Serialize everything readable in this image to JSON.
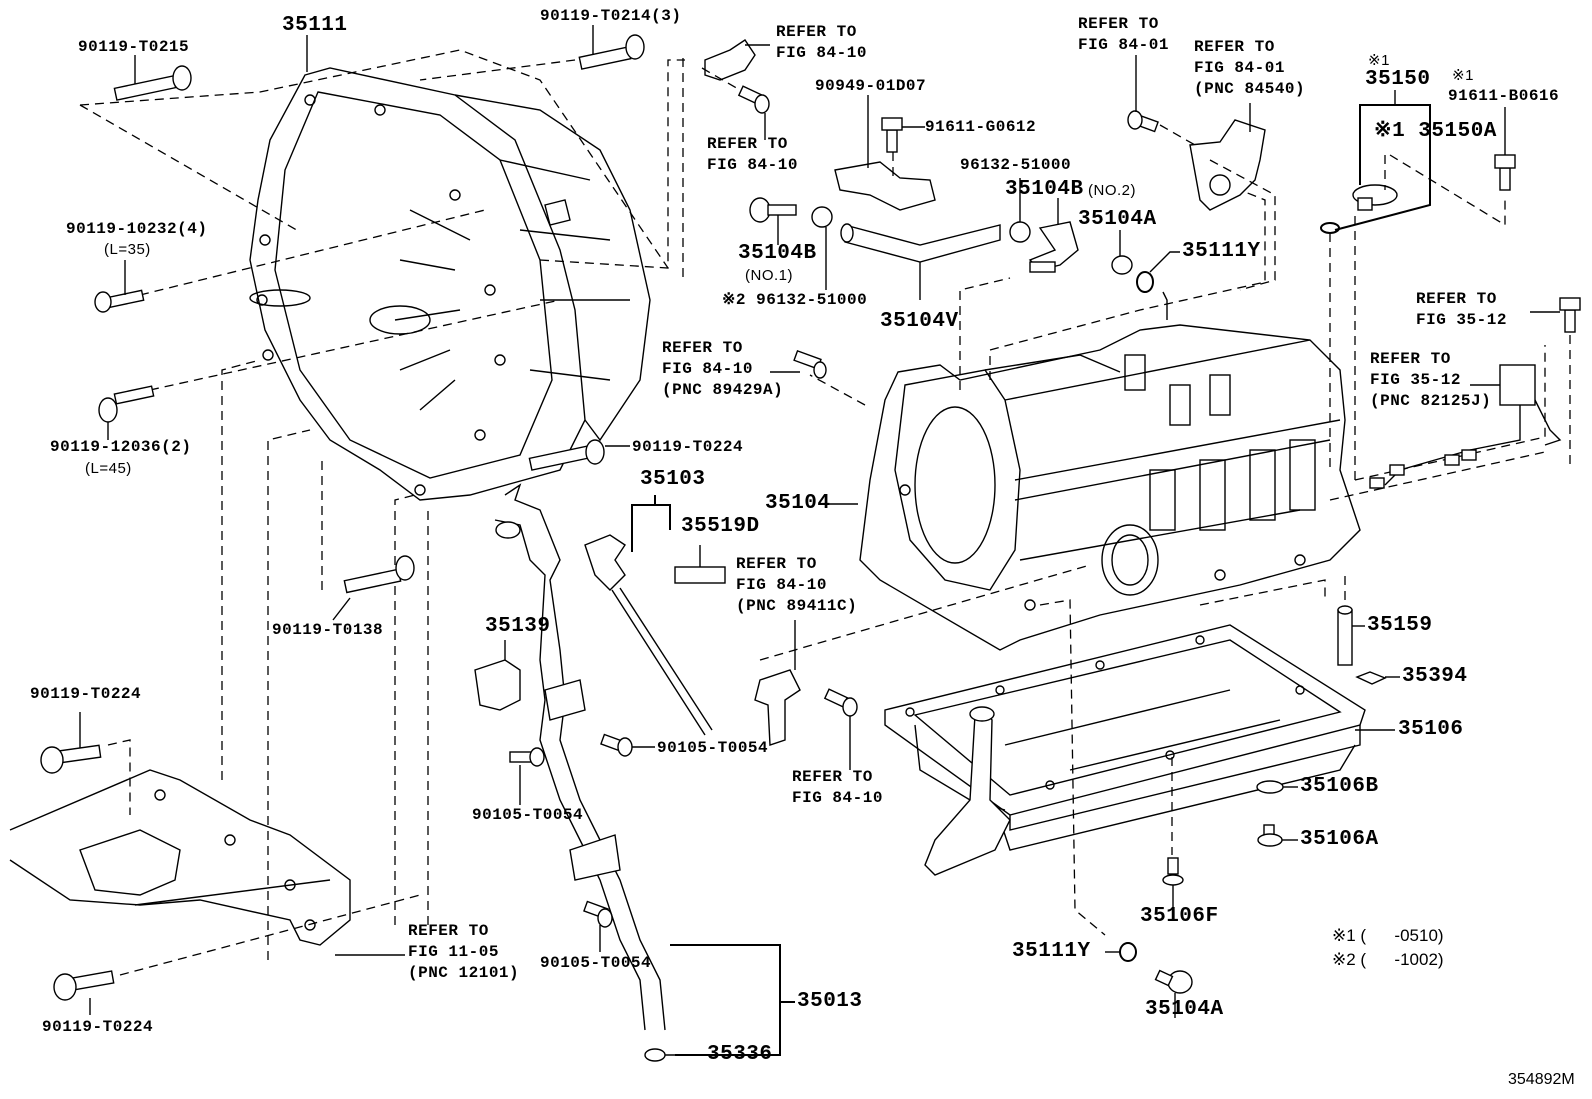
{
  "diagram": {
    "title": "Transmission case & oil pan parts diagram",
    "figure_code": "354892M",
    "notes": [
      {
        "mark": "※1",
        "text": "※1 (      -0510)"
      },
      {
        "mark": "※2",
        "text": "※2 (      -1002)"
      }
    ],
    "parts": {
      "p35111": "35111",
      "p90119_T0215": "90119-T0215",
      "p90119_T0214": "90119-T0214(3)",
      "p90119_10232": "90119-10232(4)",
      "p90119_10232_len": "(L=35)",
      "p90119_12036": "90119-12036(2)",
      "p90119_12036_len": "(L=45)",
      "p90119_T0224_a": "90119-T0224",
      "p90119_T0138": "90119-T0138",
      "p90119_T0224_b": "90119-T0224",
      "p90119_T0224_c": "90119-T0224",
      "p90949_01D07": "90949-01D07",
      "p91611_G0612": "91611-G0612",
      "p96132_51000_a": "96132-51000",
      "p35104B_no2": "35104B",
      "p35104B_no2_sub": "(NO.2)",
      "p35104B_no1": "35104B",
      "p35104B_no1_sub": "(NO.1)",
      "p96132_51000_b": "※2 96132-51000",
      "p35104V": "35104V",
      "p35104A_top": "35104A",
      "p35111Y_top": "35111Y",
      "p35150": "35150",
      "p35150_mark": "※1",
      "p35150A": "※1 35150A",
      "p91611_B0616": "91611-B0616",
      "p91611_B0616_mark": "※1",
      "p35104": "35104",
      "p35103": "35103",
      "p35519D": "35519D",
      "p35139": "35139",
      "p90105_T0054_a": "90105-T0054",
      "p90105_T0054_b": "90105-T0054",
      "p90105_T0054_c": "90105-T0054",
      "p35013": "35013",
      "p35336": "35336",
      "p35159": "35159",
      "p35394": "35394",
      "p35106": "35106",
      "p35106B": "35106B",
      "p35106A": "35106A",
      "p35106F": "35106F",
      "p35111Y_bottom": "35111Y",
      "p35104A_bottom": "35104A"
    },
    "references": {
      "r1": "REFER TO\nFIG 84-10",
      "r2": "REFER TO\nFIG 84-10",
      "r3": "REFER TO\nFIG 84-01",
      "r4": "REFER TO\nFIG 84-01\n(PNC 84540)",
      "r5": "REFER TO\nFIG 84-10\n(PNC 89429A)",
      "r6": "REFER TO\nFIG 84-10\n(PNC 89411C)",
      "r7": "REFER TO\nFIG 84-10",
      "r8": "REFER TO\nFIG 35-12",
      "r9": "REFER TO\nFIG 35-12\n(PNC 82125J)",
      "r10": "REFER TO\nFIG 11-05\n(PNC 12101)"
    }
  }
}
